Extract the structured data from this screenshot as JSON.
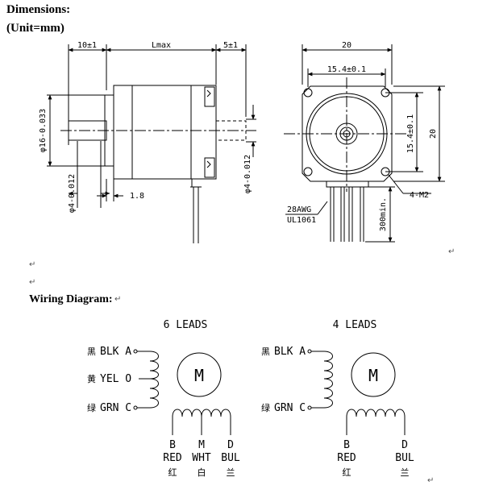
{
  "headers": {
    "dimensions": "Dimensions:",
    "unit": "(Unit=mm)",
    "wiring": "Wiring Diagram:"
  },
  "side_view": {
    "dim_10": "10±1",
    "dim_lmax": "Lmax",
    "dim_5": "5±1",
    "dim_d16": "φ16-0.033",
    "dim_d4_left": "φ4-0.012",
    "dim_d4_right": "φ4-0.012",
    "dim_18": "1.8"
  },
  "front_view": {
    "dim_20_top": "20",
    "dim_154_top": "15.4±0.1",
    "dim_154_side": "15.4±0.1",
    "dim_20_side": "20",
    "dim_holes": "4-M2",
    "wire_gauge": "28AWG",
    "wire_ul": "UL1061",
    "wire_len": "300min."
  },
  "wiring": {
    "six": {
      "title": "6 LEADS",
      "motor": "M",
      "left_leads": [
        {
          "cn": "黑",
          "label": "BLK A"
        },
        {
          "cn": "黄",
          "label": "YEL O"
        },
        {
          "cn": "绿",
          "label": "GRN C"
        }
      ],
      "bottom_leads": [
        {
          "letter": "B",
          "color": "RED",
          "cn": "红"
        },
        {
          "letter": "M",
          "color": "WHT",
          "cn": "白"
        },
        {
          "letter": "D",
          "color": "BUL",
          "cn": "兰"
        }
      ]
    },
    "four": {
      "title": "4 LEADS",
      "motor": "M",
      "left_leads": [
        {
          "cn": "黑",
          "label": "BLK A"
        },
        {
          "cn": "绿",
          "label": "GRN C"
        }
      ],
      "bottom_leads": [
        {
          "letter": "B",
          "color": "RED",
          "cn": "红"
        },
        {
          "letter": "D",
          "color": "BUL",
          "cn": "兰"
        }
      ]
    }
  }
}
